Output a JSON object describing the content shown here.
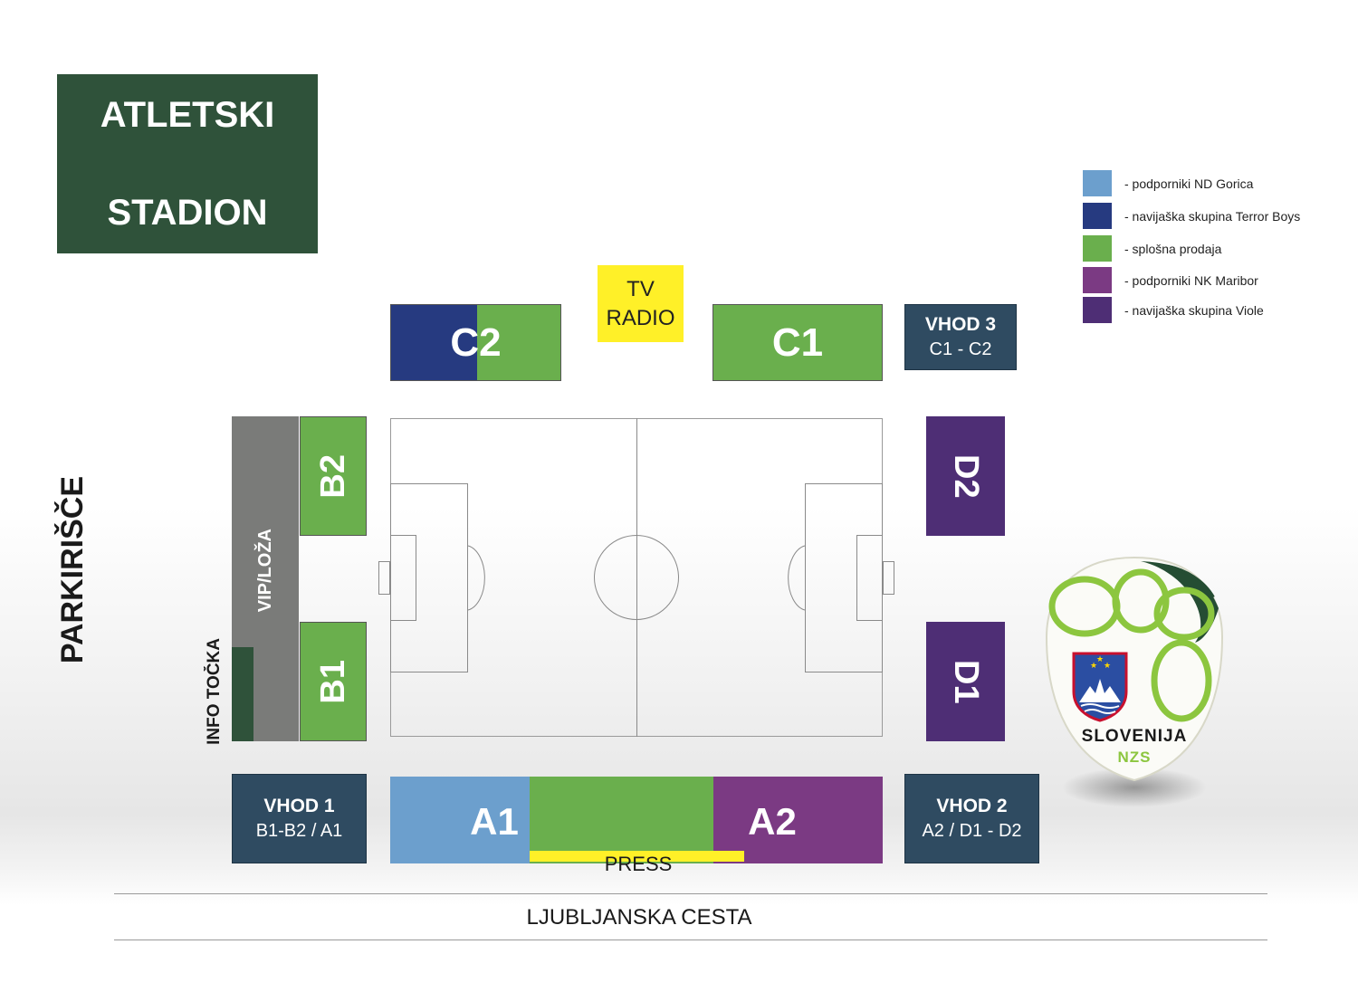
{
  "title": {
    "line1": "ATLETSKI",
    "line2": "STADION"
  },
  "legend": [
    {
      "color": "#6c9fcd",
      "label": "- podporniki ND Gorica"
    },
    {
      "color": "#263a80",
      "label": "- navijaška skupina Terror Boys"
    },
    {
      "color": "#6aaf4d",
      "label": "- splošna prodaja"
    },
    {
      "color": "#7b3a83",
      "label": "- podporniki NK Maribor"
    },
    {
      "color": "#4e2e75",
      "label": "- navijaška skupina Viole"
    }
  ],
  "media": {
    "line1": "TV",
    "line2": "RADIO"
  },
  "stands": {
    "c2": "C2",
    "c1": "C1",
    "b2": "B2",
    "b1": "B1",
    "d2": "D2",
    "d1": "D1",
    "a1": "A1",
    "a2": "A2"
  },
  "vip": "VIP/LOŽA",
  "info": "INFO TOČKA",
  "parking": "PARKIRIŠČE",
  "press": "PRESS",
  "road": "LJUBLJANSKA CESTA",
  "gates": {
    "g1": {
      "name": "VHOD 1",
      "sub": "B1-B2 / A1"
    },
    "g2": {
      "name": "VHOD 2",
      "sub": "A2 / D1 - D2"
    },
    "g3": {
      "name": "VHOD 3",
      "sub": "C1 - C2"
    }
  },
  "logo": {
    "country": "SLOVENIJA",
    "org": "NZS"
  },
  "colors": {
    "title_bg": "#2f523a",
    "gate_bg": "#2f4b61",
    "gorica": "#6c9fcd",
    "terror_boys": "#263a80",
    "general": "#6aaf4d",
    "maribor": "#7b3a83",
    "viole": "#4e2e75",
    "vip": "#7a7b79",
    "media": "#fff028",
    "logo_green": "#8cc63f"
  }
}
